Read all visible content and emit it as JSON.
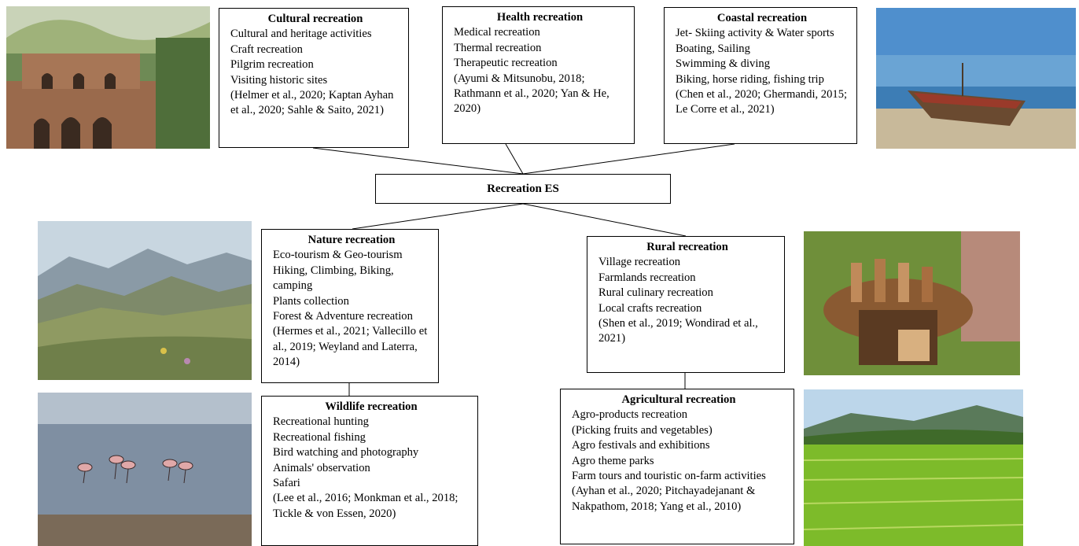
{
  "root": "Recreation ES",
  "boxes": {
    "cultural": {
      "title": "Cultural recreation",
      "lines": [
        "Cultural and heritage activities",
        "Craft recreation",
        "Pilgrim recreation",
        "Visiting historic sites",
        "(Helmer et al., 2020; Kaptan Ayhan et al., 2020; Sahle & Saito, 2021)"
      ]
    },
    "health": {
      "title": "Health recreation",
      "lines": [
        "Medical recreation",
        "Thermal recreation",
        "Therapeutic recreation",
        "(Ayumi & Mitsunobu, 2018; Rathmann et al., 2020; Yan & He, 2020)"
      ]
    },
    "coastal": {
      "title": "Coastal recreation",
      "lines": [
        "Jet- Skiing activity & Water sports",
        "Boating, Sailing",
        "Swimming & diving",
        "Biking, horse riding, fishing trip",
        "(Chen et al., 2020; Ghermandi, 2015; Le Corre et al., 2021)"
      ]
    },
    "nature": {
      "title": "Nature recreation",
      "lines": [
        "Eco-tourism & Geo-tourism",
        "Hiking, Climbing, Biking, camping",
        "Plants collection",
        "Forest & Adventure recreation",
        "(Hermes et al., 2021; Vallecillo et al., 2019; Weyland and Laterra, 2014)"
      ]
    },
    "rural": {
      "title": "Rural recreation",
      "lines": [
        "Village recreation",
        "Farmlands recreation",
        "Rural culinary recreation",
        "Local crafts recreation",
        "(Shen et al., 2019; Wondirad et al., 2021)"
      ]
    },
    "wildlife": {
      "title": "Wildlife recreation",
      "lines": [
        "Recreational hunting",
        "Recreational fishing",
        "Bird watching and photography",
        "Animals' observation",
        "Safari",
        "(Lee et al., 2016; Monkman et al., 2018; Tickle & von Essen, 2020)"
      ]
    },
    "agricultural": {
      "title": "Agricultural recreation",
      "lines": [
        "Agro-products recreation",
        "(Picking fruits and vegetables)",
        "Agro festivals and exhibitions",
        "Agro theme parks",
        "Farm tours and touristic on-farm activities",
        "(Ayhan et al., 2020; Pitchayadejanant & Nakpathom, 2018; Yang et al., 2010)"
      ]
    }
  }
}
